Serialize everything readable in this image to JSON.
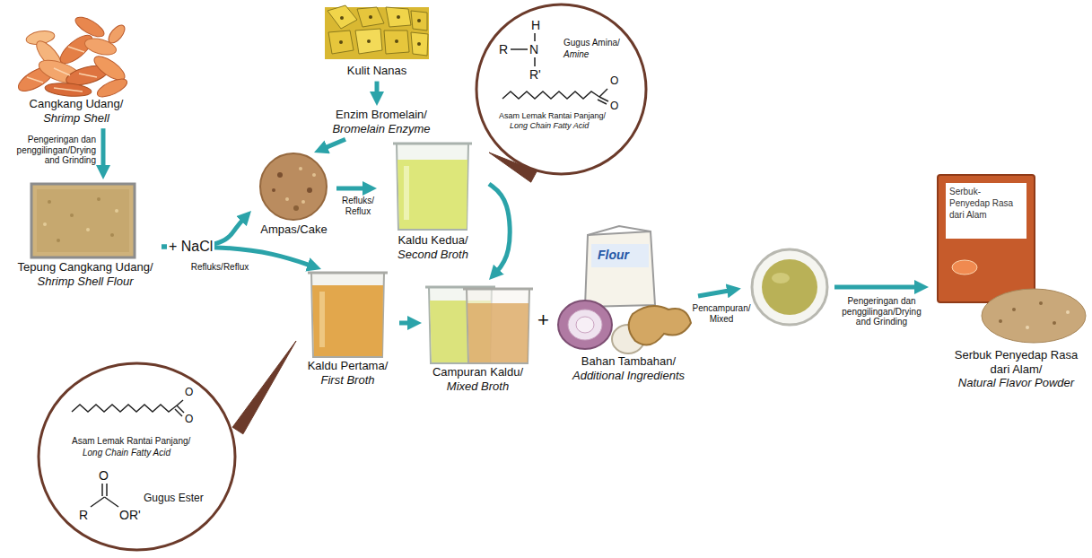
{
  "diagram": {
    "nodes": [
      {
        "text": [
          "Cangkang Udang/",
          "Shrimp Shell"
        ]
      },
      {
        "text": [
          "Tepung Cangkang Udang/",
          "Shrimp Shell Flour"
        ]
      },
      {
        "text": [
          "Kulit Nanas"
        ]
      },
      {
        "text": [
          "Enzim Bromelain/",
          "Bromelain Enzyme"
        ]
      },
      {
        "text": [
          "Ampas/Cake"
        ]
      },
      {
        "text": [
          "Kaldu Kedua/",
          "Second Broth"
        ]
      },
      {
        "text": [
          "Gugus Amina/",
          "Amine",
          "Asam Lemak Rantai Panjang/",
          "Long Chain Fatty Acid"
        ]
      },
      {
        "text": [
          "Kaldu Pertama/",
          "First Broth"
        ]
      },
      {
        "text": [
          "Campuran Kaldu/",
          "Mixed Broth"
        ]
      },
      {
        "text": [
          "Asam Lemak Rantai Panjang/",
          "Long Chain Fatty Acid",
          "Gugus Ester"
        ]
      },
      {
        "text": [
          "Bahan Tambahan/",
          "Additional Ingredients"
        ]
      },
      {
        "text": [
          "Serbuk Penyedap Rasa dari Alam/",
          "Natural Flavor Powder"
        ]
      }
    ],
    "edges": [
      {
        "from": 0,
        "to": 1,
        "arrow": "to",
        "label": "Pengeringan dan penggilingan/Drying and Grinding"
      },
      {
        "from": 1,
        "to": 4,
        "arrow": "to"
      },
      {
        "from": 1,
        "to": 7,
        "arrow": "to",
        "label": "Refluks/Reflux"
      },
      {
        "from": 2,
        "to": 3,
        "arrow": "to"
      },
      {
        "from": 3,
        "to": 4,
        "arrow": "to"
      },
      {
        "from": 4,
        "to": 5,
        "arrow": "to",
        "label": "Refluks/ Reflux"
      },
      {
        "from": 6,
        "to": 5,
        "arrow": "none"
      },
      {
        "from": 5,
        "to": 8,
        "arrow": "to"
      },
      {
        "from": 7,
        "to": 8,
        "arrow": "to"
      },
      {
        "from": 9,
        "to": 7,
        "arrow": "none"
      }
    ],
    "labels": [
      "+ NaCl",
      "H",
      "R",
      "N",
      "R'",
      "O",
      "O",
      "O",
      "O",
      "O",
      "R",
      "OR'",
      "+",
      "Flour",
      "Pencampuran/ Mixed",
      "Pengeringan dan penggilingan/Drying and Grinding",
      "Serbuk-",
      "Penyedap Rasa",
      "dari Alam"
    ]
  }
}
